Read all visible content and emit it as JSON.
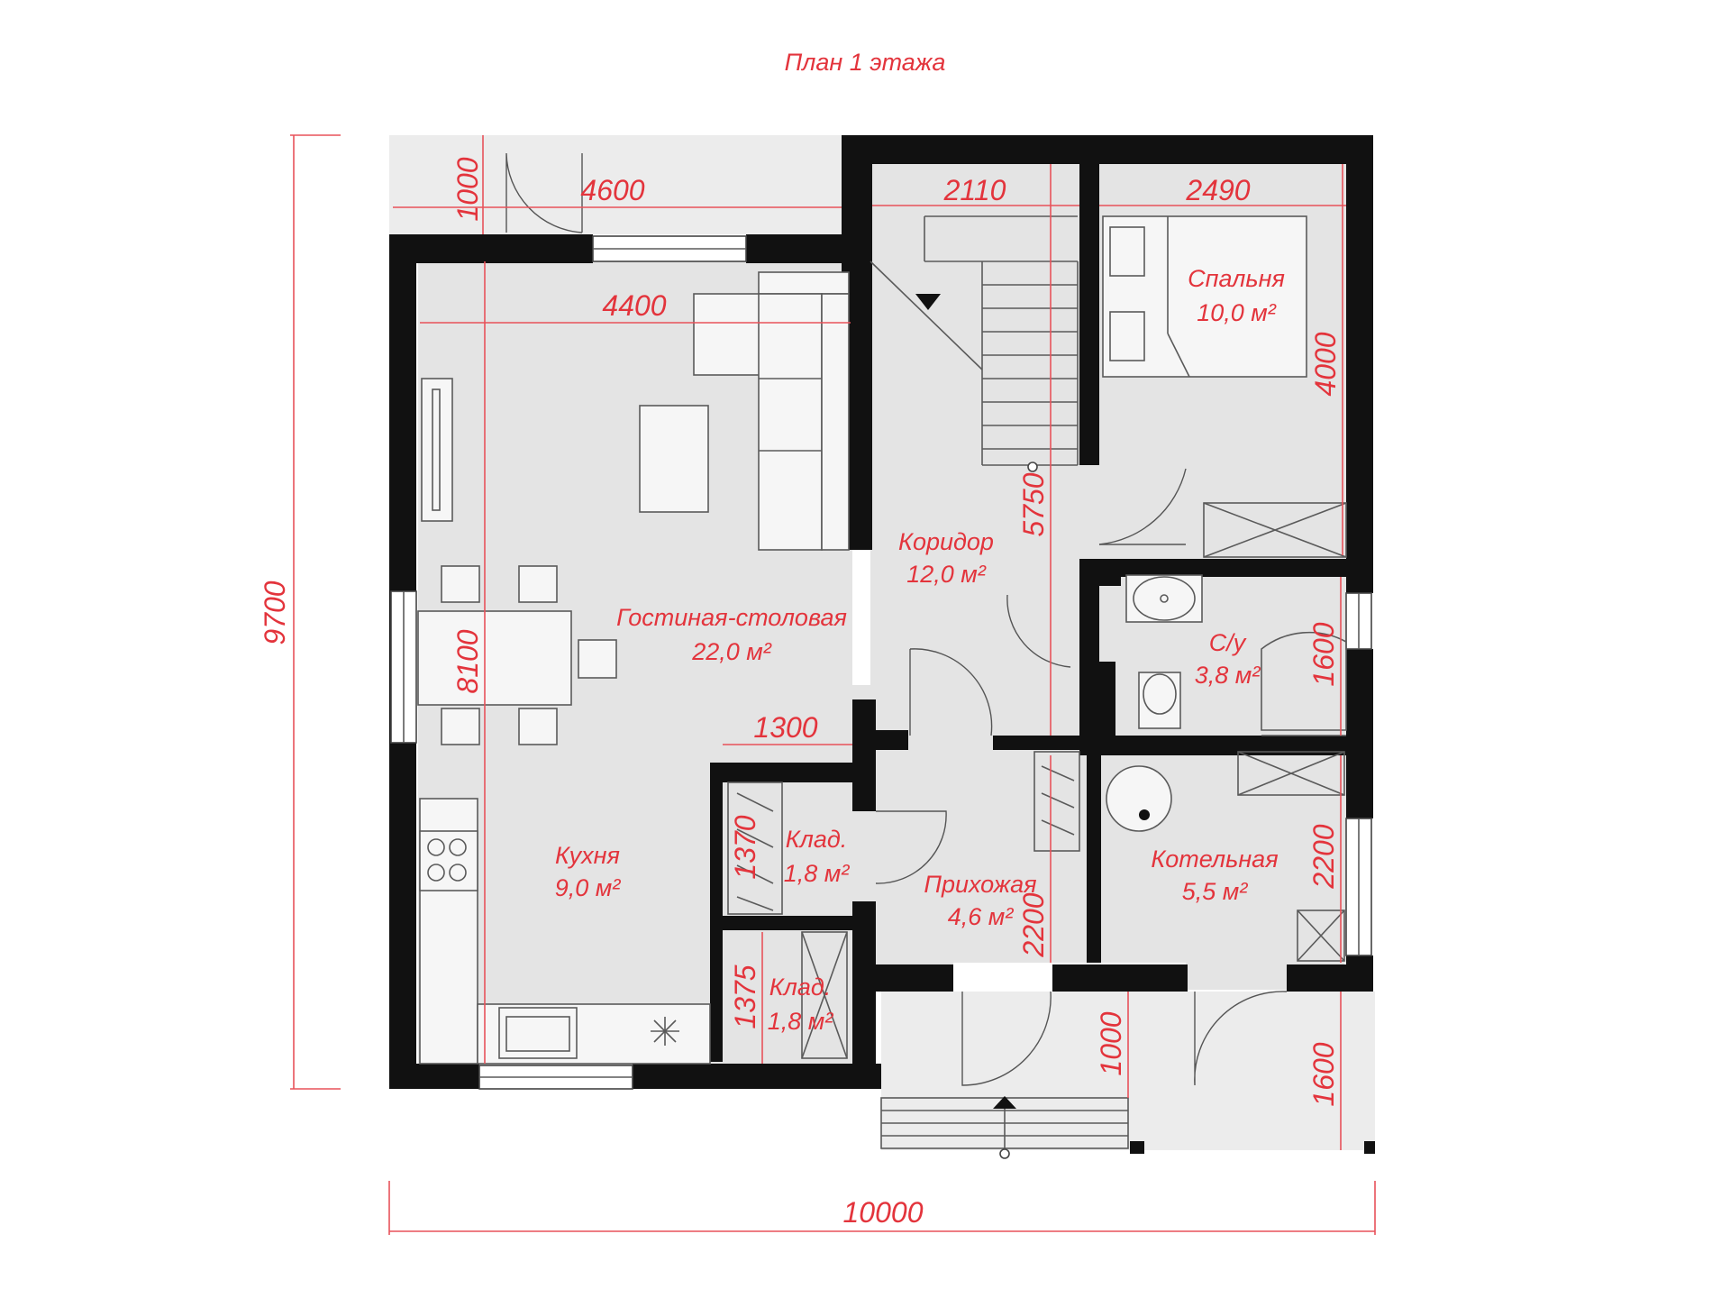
{
  "title": "План 1 этажа",
  "rooms": [
    {
      "name": "Спальня",
      "area": "10,0 м²"
    },
    {
      "name": "Коридор",
      "area": "12,0 м²"
    },
    {
      "name": "Гостиная-столовая",
      "area": "22,0 м²"
    },
    {
      "name": "С/у",
      "area": "3,8 м²"
    },
    {
      "name": "Кухня",
      "area": "9,0 м²"
    },
    {
      "name": "Клад.",
      "area": "1,8 м²"
    },
    {
      "name": "Прихожая",
      "area": "4,6 м²"
    },
    {
      "name": "Котельная",
      "area": "5,5 м²"
    },
    {
      "name": "Клад.",
      "area": "1,8 м²"
    }
  ],
  "dimensions": {
    "terrace_depth": "1000",
    "terrace_width": "4600",
    "stair_width": "2110",
    "bedroom_width": "2490",
    "living_width": "4400",
    "bedroom_depth": "4000",
    "corridor_length": "5750",
    "living_length": "8100",
    "bath_depth": "1600",
    "pantry_width": "1300",
    "pantry1_depth": "1370",
    "hall_depth": "2200",
    "boiler_depth": "2200",
    "pantry2_depth": "1375",
    "porch_depth": "1000",
    "porch2_depth": "1600",
    "total_depth": "9700",
    "total_width": "10000"
  },
  "colors": {
    "annotation": "#e3343c",
    "wall": "#111111",
    "floor": "#e4e4e4"
  }
}
